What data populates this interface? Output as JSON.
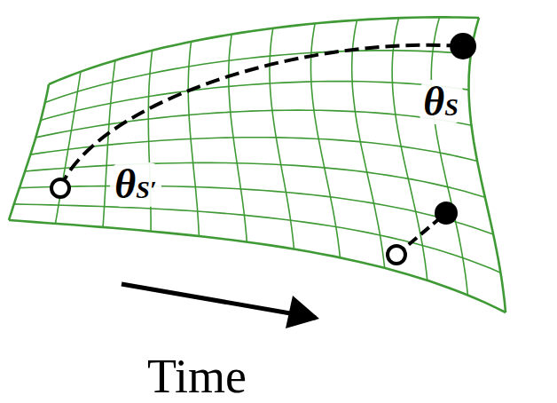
{
  "diagram": {
    "labels": [
      "θS",
      "θS′",
      "Time"
    ]
  }
}
